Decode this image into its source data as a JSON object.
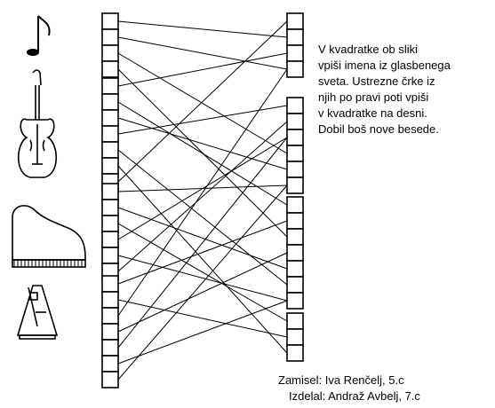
{
  "instructions": "V kvadratke ob sliki\nvpiši imena iz glasbenega\nsveta. Ustrezne črke iz\nnjih po pravi poti vpiši\nv kvadratke na desni.\nDobil boš nove besede.",
  "credits": {
    "author": "Zamisel: Iva Renčelj, 5.c",
    "maker": "Izdelal: Andraž Avbelj, 7.c"
  },
  "pictures": [
    {
      "name": "music-note-icon"
    },
    {
      "name": "violin-icon"
    },
    {
      "name": "grand-piano-icon"
    },
    {
      "name": "metronome-icon"
    }
  ],
  "left_groups": [
    {
      "boxes": 4
    },
    {
      "boxes": 7
    },
    {
      "boxes": 6
    },
    {
      "boxes": 7
    }
  ],
  "right_groups": [
    {
      "boxes": 4
    },
    {
      "boxes": 6
    },
    {
      "boxes": 7
    },
    {
      "boxes": 3
    }
  ],
  "connections": [
    [
      0,
      0,
      0,
      1
    ],
    [
      0,
      1,
      0,
      3
    ],
    [
      0,
      2,
      1,
      3
    ],
    [
      0,
      3,
      2,
      2
    ],
    [
      1,
      0,
      0,
      2
    ],
    [
      1,
      1,
      2,
      0
    ],
    [
      1,
      2,
      1,
      4
    ],
    [
      1,
      3,
      1,
      0
    ],
    [
      1,
      4,
      2,
      5
    ],
    [
      1,
      5,
      3,
      2
    ],
    [
      1,
      6,
      0,
      0
    ],
    [
      2,
      0,
      1,
      5
    ],
    [
      2,
      1,
      2,
      4
    ],
    [
      2,
      2,
      3,
      0
    ],
    [
      2,
      3,
      1,
      2
    ],
    [
      2,
      4,
      2,
      6
    ],
    [
      2,
      5,
      1,
      1
    ],
    [
      3,
      0,
      2,
      1
    ],
    [
      3,
      1,
      3,
      1
    ],
    [
      3,
      2,
      0,
      3
    ],
    [
      3,
      3,
      2,
      3
    ],
    [
      3,
      4,
      1,
      2
    ],
    [
      3,
      5,
      2,
      6
    ],
    [
      3,
      6,
      1,
      5
    ]
  ],
  "colors": {
    "ink": "#000000",
    "paper": "#ffffff"
  }
}
